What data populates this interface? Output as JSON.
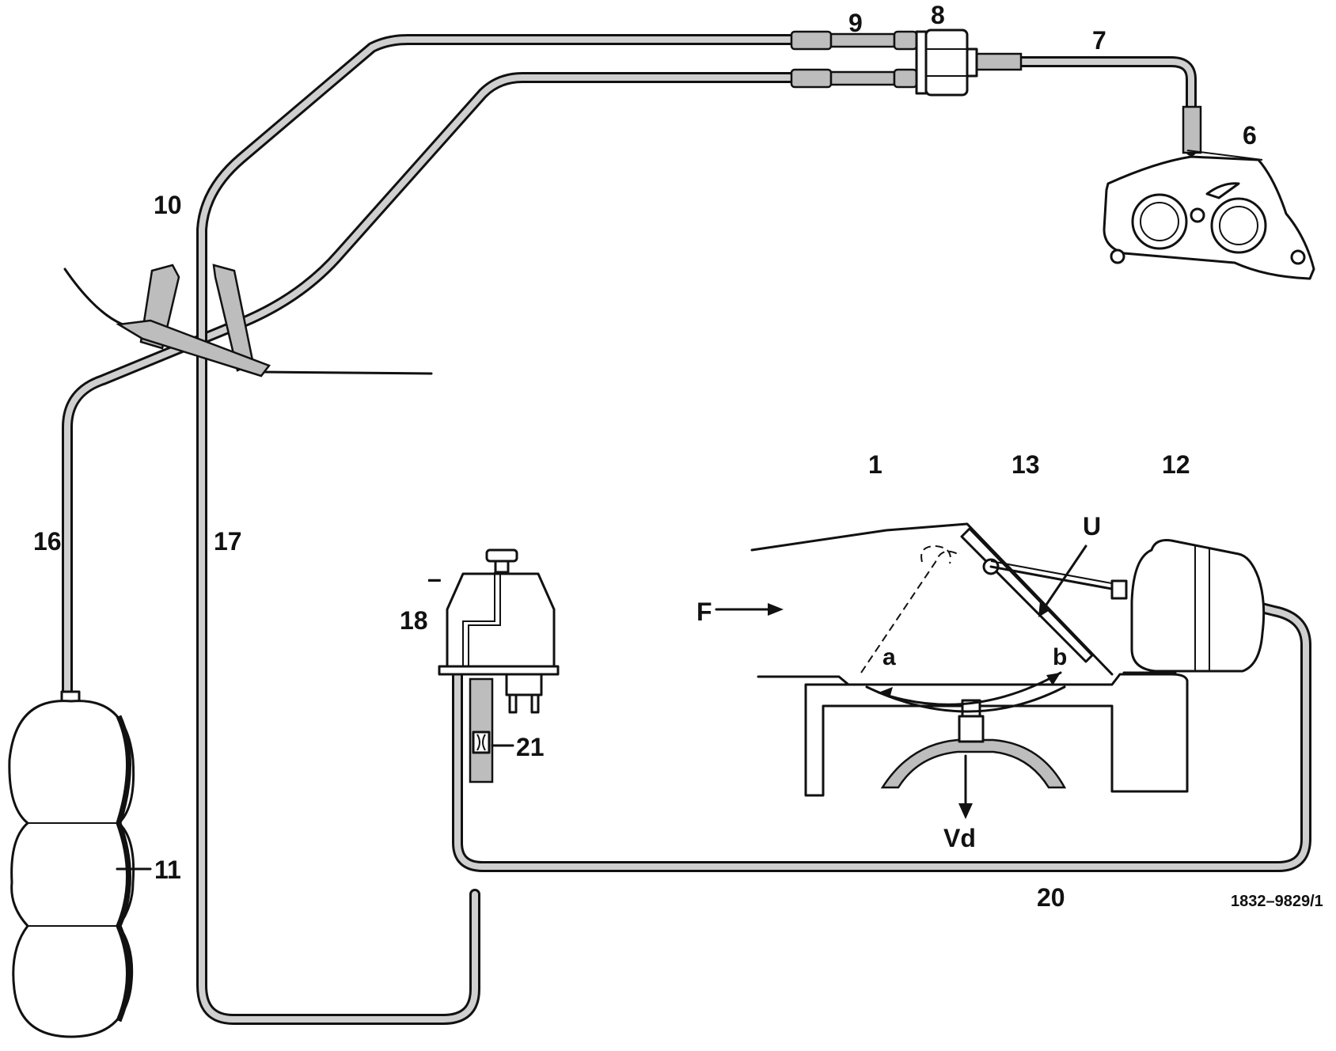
{
  "diagram": {
    "labels": {
      "l1": "1",
      "l6": "6",
      "l7": "7",
      "l8": "8",
      "l9": "9",
      "l10": "10",
      "l11": "11",
      "l12": "12",
      "l13": "13",
      "l16": "16",
      "l17": "17",
      "l18": "18",
      "l20": "20",
      "l21": "21",
      "lF": "F",
      "lU": "U",
      "la": "a",
      "lb": "b",
      "lVd": "Vd",
      "minus": "–"
    },
    "reference": "1832–9829/1"
  }
}
